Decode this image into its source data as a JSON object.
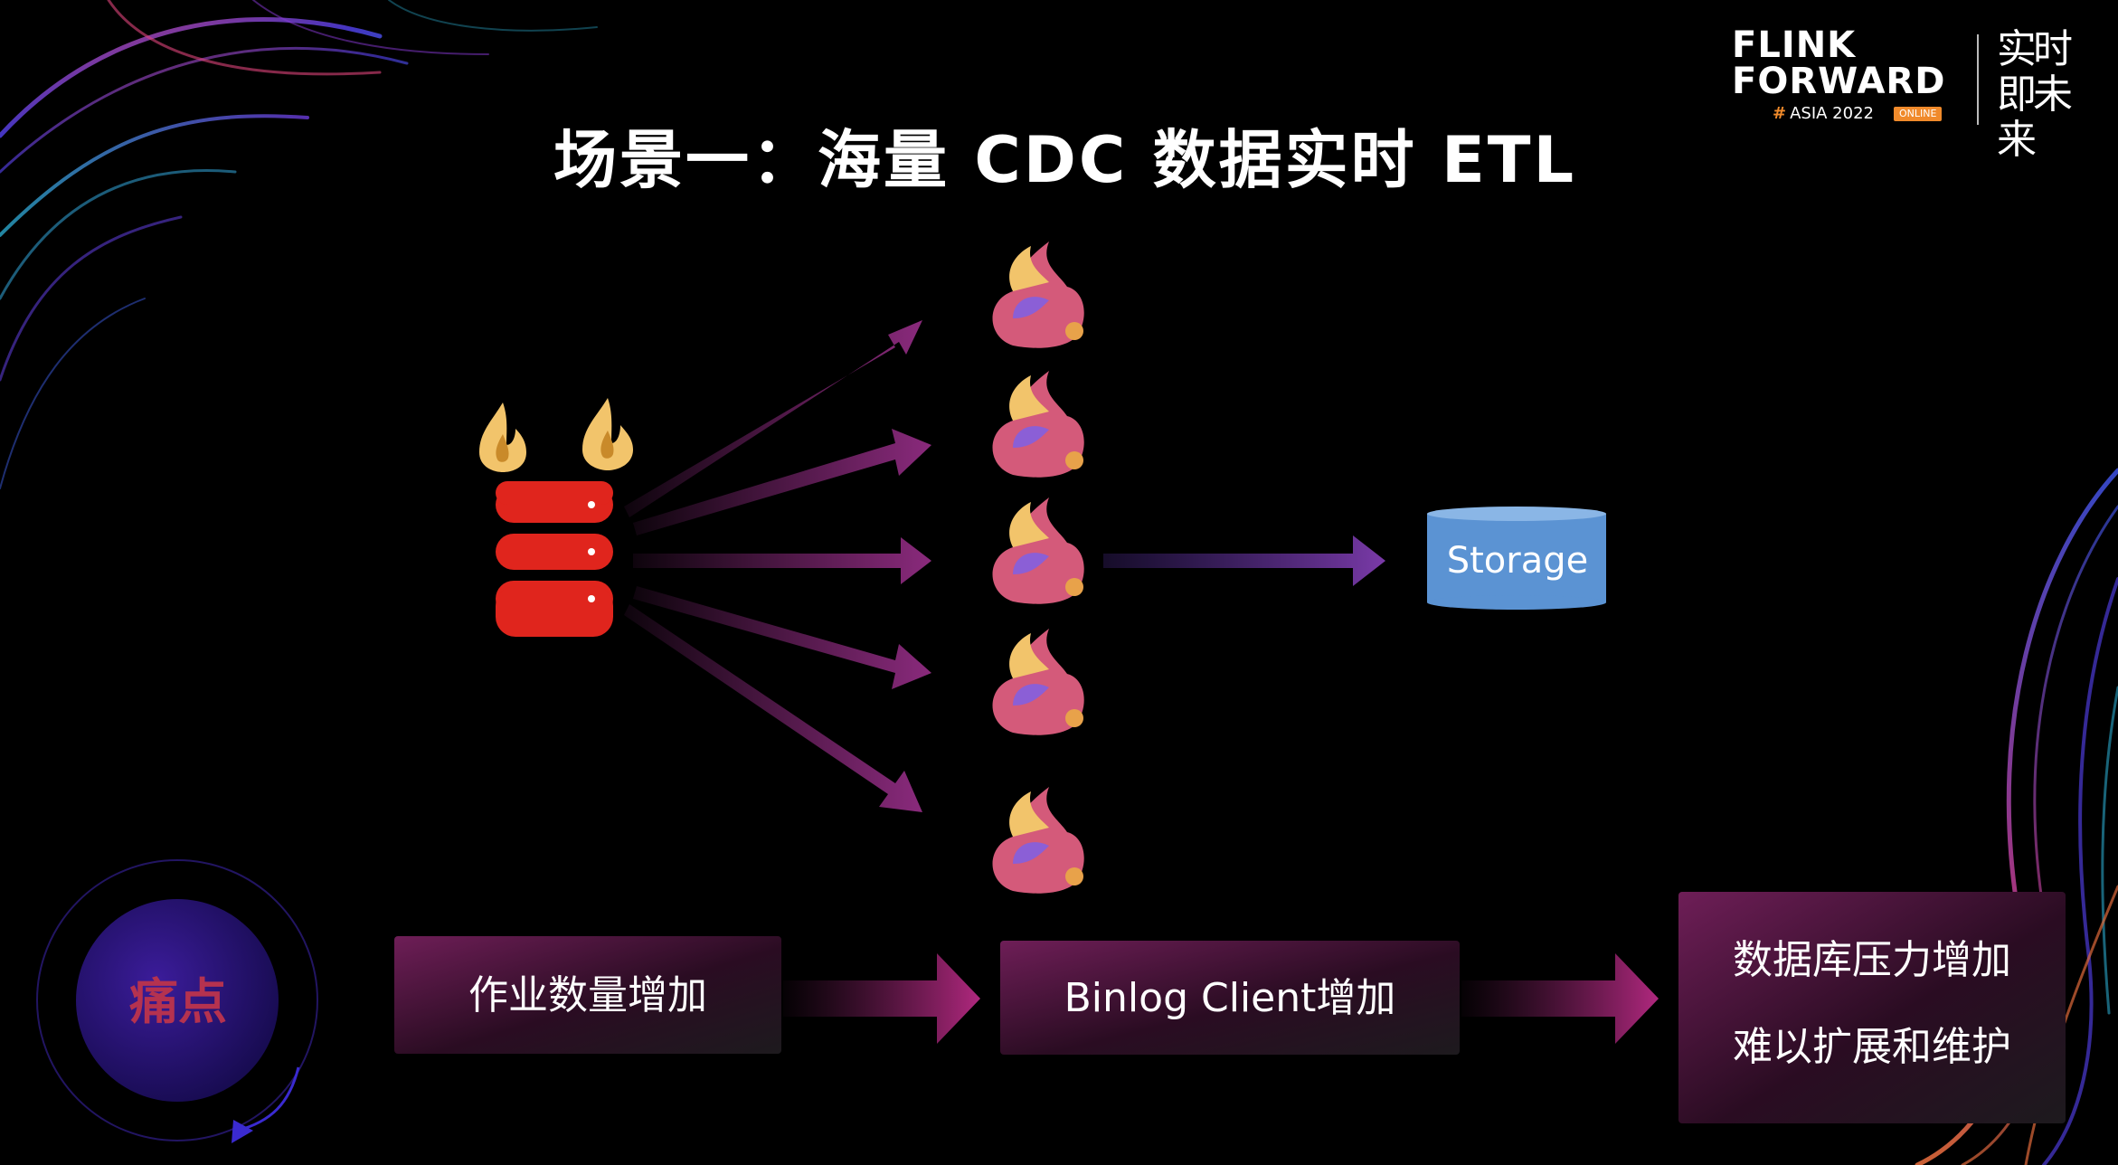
{
  "logo": {
    "line1": "FLINK",
    "line2": "FORWARD",
    "hash": "#",
    "event": "ASIA 2022",
    "badge": "ONLINE",
    "slogan": "实时即未来"
  },
  "title": "场景一：海量 CDC 数据实时 ETL",
  "diagram": {
    "source_icon": "database-on-fire-icon",
    "job_icon": "flink-squirrel-icon",
    "job_count": 5,
    "sink_label": "Storage"
  },
  "pain": {
    "label": "痛点",
    "steps": [
      "作业数量增加",
      "Binlog Client增加",
      "数据库压力增加",
      "难以扩展和维护"
    ]
  },
  "colors": {
    "background": "#000000",
    "arrow": "#8a2a7c",
    "database": "#e0251d",
    "flame": "#f2c46b",
    "storage": "#5b93d3",
    "pain_text": "#b5324f",
    "logo_accent": "#f08a2b"
  }
}
